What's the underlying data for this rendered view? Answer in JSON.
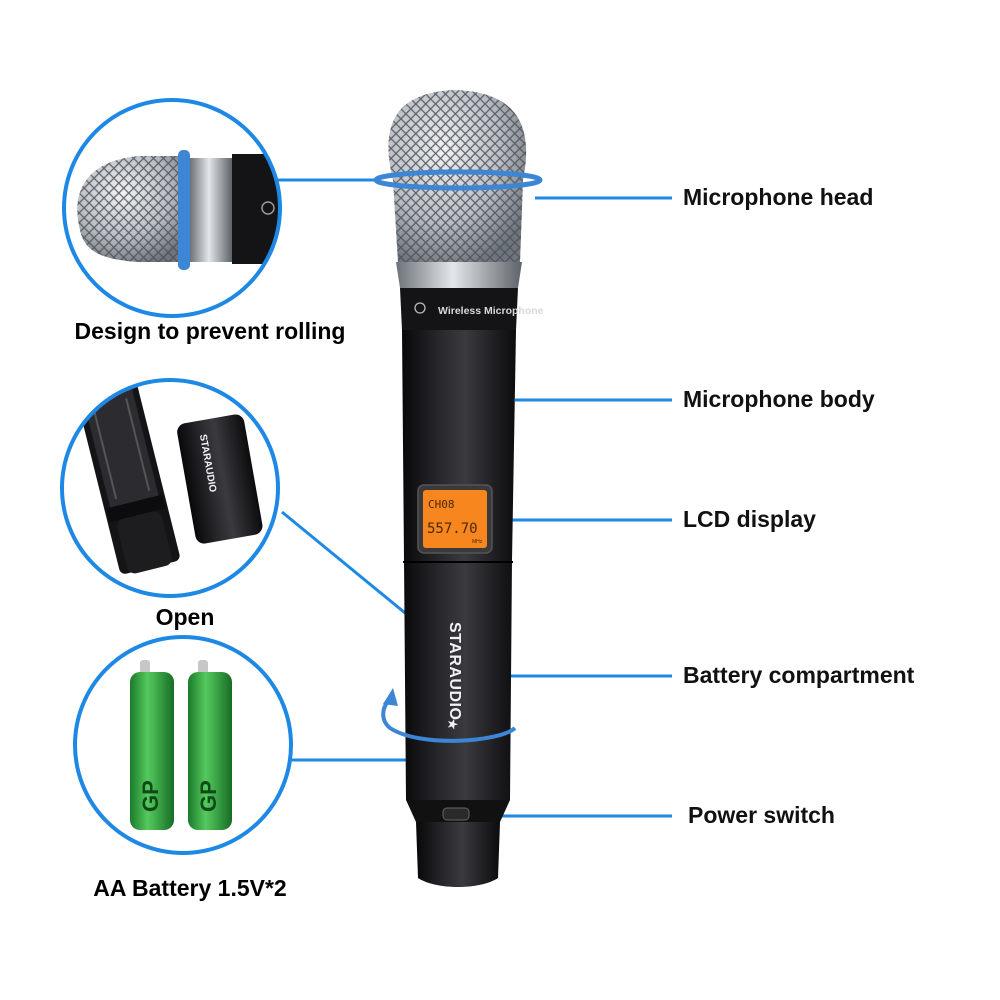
{
  "colors": {
    "accent": "#1e88e5",
    "lcd_background": "#f7861f",
    "body": "#1c1c1e",
    "battery_green": "#3fb64a"
  },
  "callouts_right": [
    {
      "id": "microphone-head",
      "label": "Microphone head"
    },
    {
      "id": "microphone-body",
      "label": "Microphone body"
    },
    {
      "id": "lcd-display",
      "label": "LCD display"
    },
    {
      "id": "battery-compartment",
      "label": "Battery compartment"
    },
    {
      "id": "power-switch",
      "label": "Power switch"
    }
  ],
  "callouts_left": [
    {
      "id": "design-to-prevent-rolling",
      "label": "Design to prevent rolling"
    },
    {
      "id": "open",
      "label": "Open"
    },
    {
      "id": "aa-battery",
      "label": "AA Battery 1.5V*2"
    }
  ],
  "product": {
    "band_text": "Wireless Microphone",
    "brand": "STARAUDIO",
    "lcd_line1": "CH08",
    "lcd_line2": "557.70",
    "lcd_unit": "MHz",
    "battery_mark": "GP"
  }
}
